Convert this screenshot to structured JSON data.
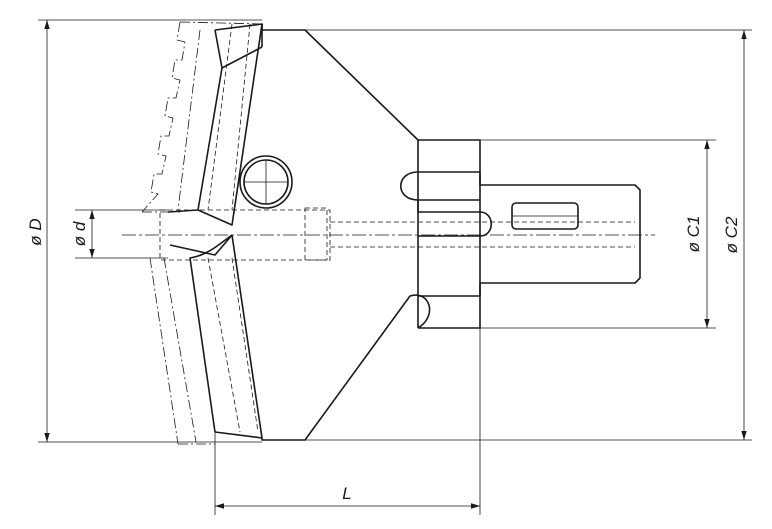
{
  "dimensions": {
    "D": "ø D",
    "d": "ø d",
    "C1": "ø C1",
    "C2": "ø C2",
    "L": "L"
  },
  "colors": {
    "line": "#1a1a1a",
    "background": "#ffffff"
  }
}
